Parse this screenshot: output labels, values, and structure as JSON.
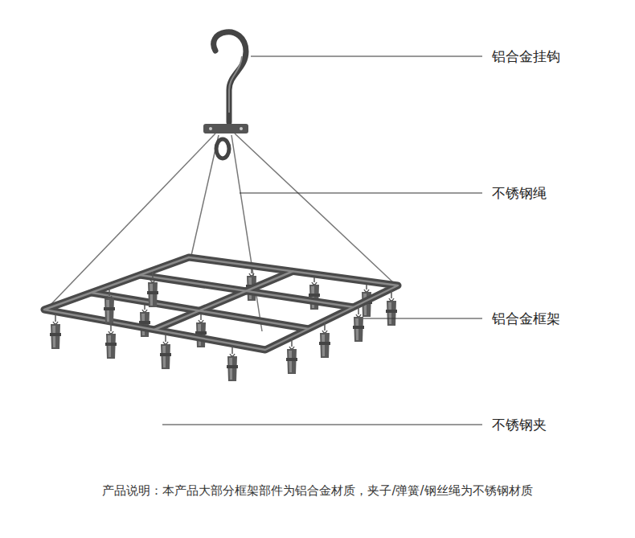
{
  "diagram": {
    "caption": "产品说明：本产品大部分框架部件为铝合金材质，夹子/弹簧/钢丝绳为不锈钢材质",
    "labels": [
      "铝合金挂钩",
      "不锈钢绳",
      "铝合金框架",
      "不锈钢夹"
    ]
  }
}
